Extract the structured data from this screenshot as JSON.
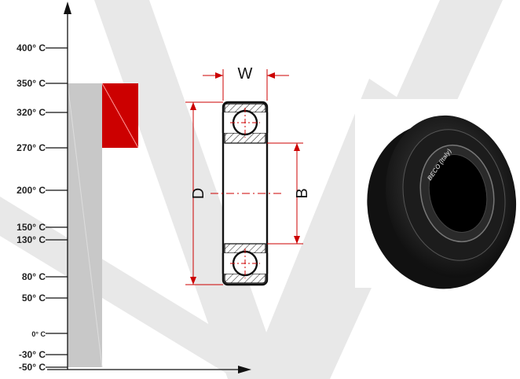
{
  "colors": {
    "range_standard": "#c8c8c8",
    "range_high": "#cc0000",
    "dimension": "#cc0000",
    "watermark": "#e6e6e6",
    "bearing_body": "#1a1a1a"
  },
  "temperature_scale": {
    "ticks": [
      {
        "label": "400° C",
        "value": 400
      },
      {
        "label": "350° C",
        "value": 350
      },
      {
        "label": "320° C",
        "value": 320
      },
      {
        "label": "270° C",
        "value": 270
      },
      {
        "label": "200° C",
        "value": 200
      },
      {
        "label": "150° C",
        "value": 150
      },
      {
        "label": "130° C",
        "value": 130
      },
      {
        "label": "80° C",
        "value": 80
      },
      {
        "label": "50° C",
        "value": 50
      },
      {
        "label": "0° C",
        "value": 0
      },
      {
        "label": "-30° C",
        "value": -30
      },
      {
        "label": "-50° C",
        "value": -50
      }
    ],
    "ranges": [
      {
        "id": "standard",
        "min": -50,
        "max": 350
      },
      {
        "id": "high",
        "min": 270,
        "max": 350
      }
    ]
  },
  "dimensions": {
    "width_label": "W",
    "outer_diameter_label": "D",
    "bore_label": "B"
  },
  "product": {
    "stamp_text": "BECO (Italy)"
  }
}
